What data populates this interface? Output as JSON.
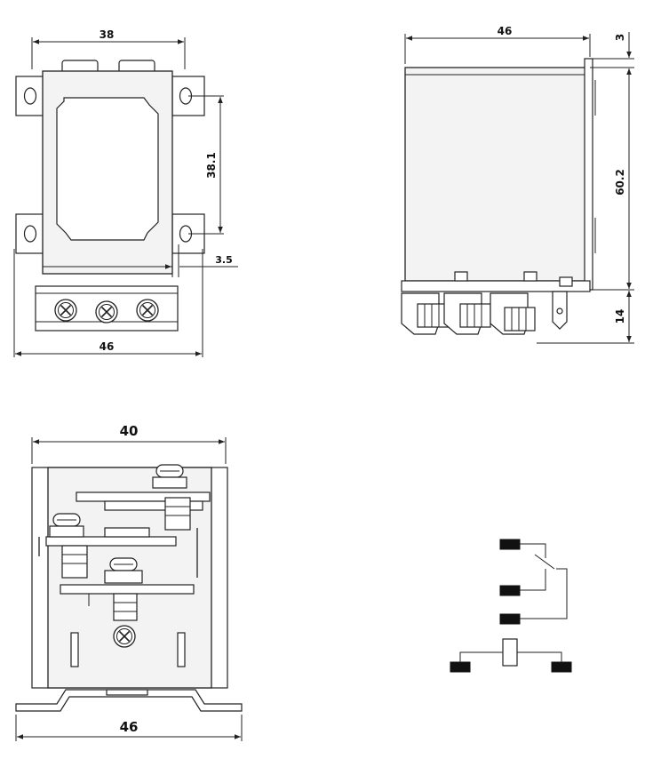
{
  "views": {
    "front": {
      "dim_top_width": "38",
      "dim_mount_height": "38.1",
      "dim_offset": "3.5",
      "dim_bottom_width": "46"
    },
    "side": {
      "dim_depth": "46",
      "dim_flange": "3",
      "dim_height": "60.2",
      "dim_terminal": "14"
    },
    "end": {
      "dim_top_width": "40",
      "dim_base_width": "46"
    },
    "schematic": {
      "element": "relay-contact-and-coil"
    }
  }
}
